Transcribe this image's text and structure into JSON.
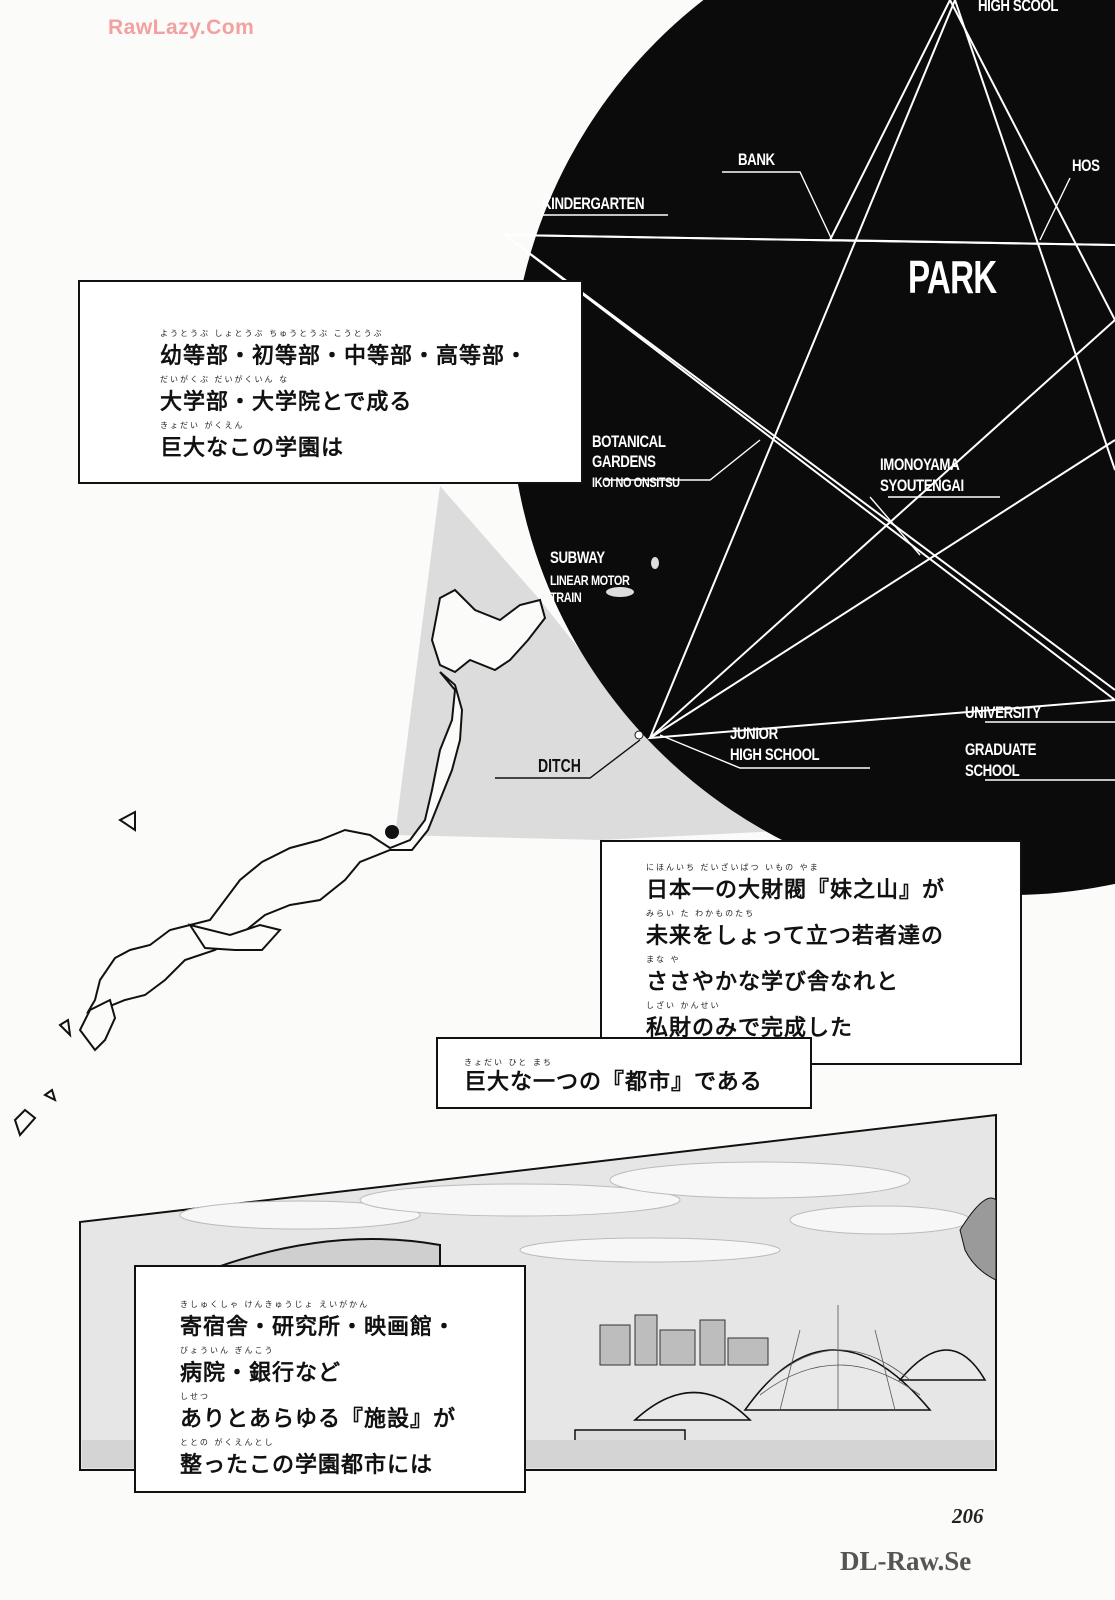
{
  "watermarks": {
    "top": "RawLazy.Com",
    "bottom": "DL-Raw.Se"
  },
  "page_number": "206",
  "map": {
    "center_label": "PARK",
    "labels": {
      "high_school": "HIGH SCOOL",
      "bank": "BANK",
      "kindergarten": "KINDERGARTEN",
      "hospital": "HOS",
      "botanical_1": "BOTANICAL",
      "botanical_2": "GARDENS",
      "botanical_3": "IKOI NO ONSITSU",
      "imonoyama_1": "IMONOYAMA",
      "imonoyama_2": "SYOUTENGAI",
      "subway_1": "SUBWAY",
      "subway_2": "LINEAR MOTOR",
      "subway_3": "TRAIN",
      "junior_1": "JUNIOR",
      "junior_2": "HIGH SCHOOL",
      "university": "UNIVERSITY",
      "graduate_1": "GRADUATE",
      "graduate_2": "SCHOOL",
      "ditch": "DITCH"
    }
  },
  "captions": {
    "top_left": {
      "lines": [
        {
          "ruby": "ようとうぶ しょとうぶ ちゅうとうぶ こうとうぶ",
          "text": "幼等部・初等部・中等部・高等部・"
        },
        {
          "ruby": "だいがくぶ だいがくいん な",
          "text": "大学部・大学院とで成る"
        },
        {
          "ruby": "きょだい がくえん",
          "text": "巨大なこの学園は"
        }
      ]
    },
    "middle_right": {
      "lines": [
        {
          "ruby": "にほんいち だいざいばつ いもの やま",
          "text": "日本一の大財閥『妹之山』が"
        },
        {
          "ruby": "みらい た わかものたち",
          "text": "未来をしょって立つ若者達の"
        },
        {
          "ruby": "まな や",
          "text": "ささやかな学び舎なれと"
        },
        {
          "ruby": "しざい かんせい",
          "text": "私財のみで完成した"
        }
      ],
      "tail": {
        "ruby": "きょだい ひと まち",
        "text": "巨大な一つの『都市』である"
      }
    },
    "bottom_left": {
      "lines": [
        {
          "ruby": "きしゅくしゃ けんきゅうじょ えいがかん",
          "text": "寄宿舎・研究所・映画館・"
        },
        {
          "ruby": "びょういん ぎんこう",
          "text": "病院・銀行など"
        },
        {
          "ruby": "しせつ",
          "text": "ありとあらゆる『施設』が"
        },
        {
          "ruby": "ととの がくえんとし",
          "text": "整ったこの学園都市には"
        }
      ]
    }
  }
}
